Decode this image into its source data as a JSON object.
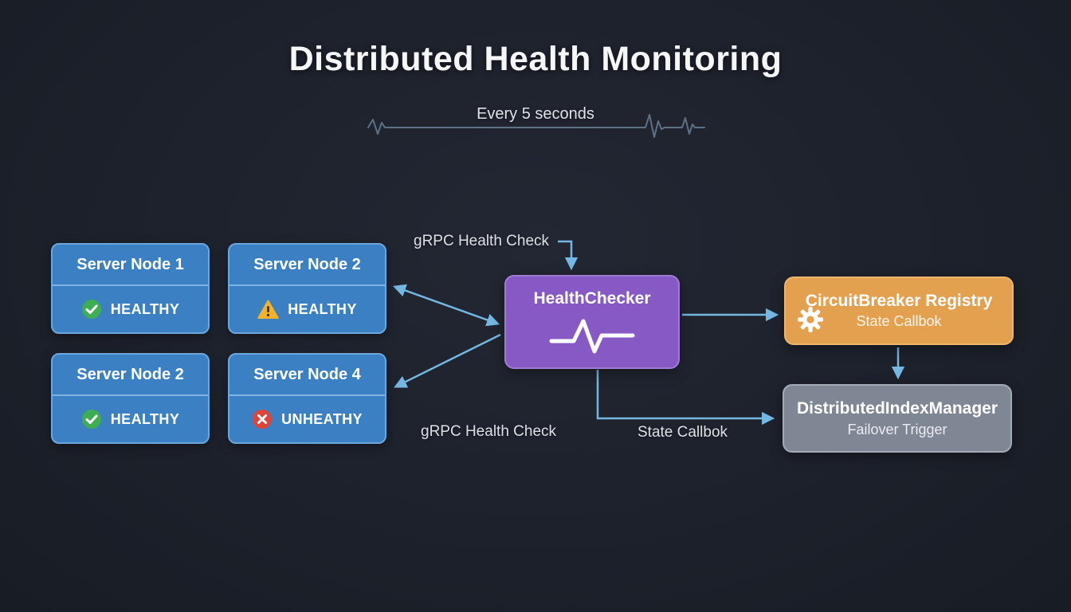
{
  "header": {
    "title": "Distributed Health Monitoring",
    "interval_label": "Every 5 seconds"
  },
  "nodes": [
    {
      "name": "Server Node 1",
      "status": "HEALTHY",
      "icon": "check-circle-icon"
    },
    {
      "name": "Server Node 2",
      "status": "HEALTHY",
      "icon": "warning-triangle-icon"
    },
    {
      "name": "Server Node 2",
      "status": "HEALTHY",
      "icon": "check-circle-icon"
    },
    {
      "name": "Server Node 4",
      "status": "UNHEATHY",
      "icon": "cross-circle-icon"
    }
  ],
  "health_checker": {
    "title": "HealthChecker",
    "icon": "pulse-icon"
  },
  "circuit_breaker": {
    "title": "CircuitBreaker Registry",
    "subtitle": "State Callbok",
    "icon": "gear-icon"
  },
  "index_manager": {
    "title": "DistributedIndexManager",
    "subtitle": "Failover Trigger"
  },
  "edge_labels": {
    "grpc_top": "gRPC Health Check",
    "grpc_bottom": "gRPC Health Check",
    "state_callback": "State Callbok"
  },
  "colors": {
    "background": "#1d212b",
    "node_fill": "#3b80c3",
    "node_border": "#6ba7dc",
    "checker_fill": "#8659c5",
    "breaker_fill": "#e3a150",
    "manager_fill": "#7f8795",
    "arrow": "#74b7e2",
    "heartbeat_line": "#5c7183",
    "status_ok": "#3fae52",
    "status_warn": "#f2b229",
    "status_error": "#de4437"
  }
}
